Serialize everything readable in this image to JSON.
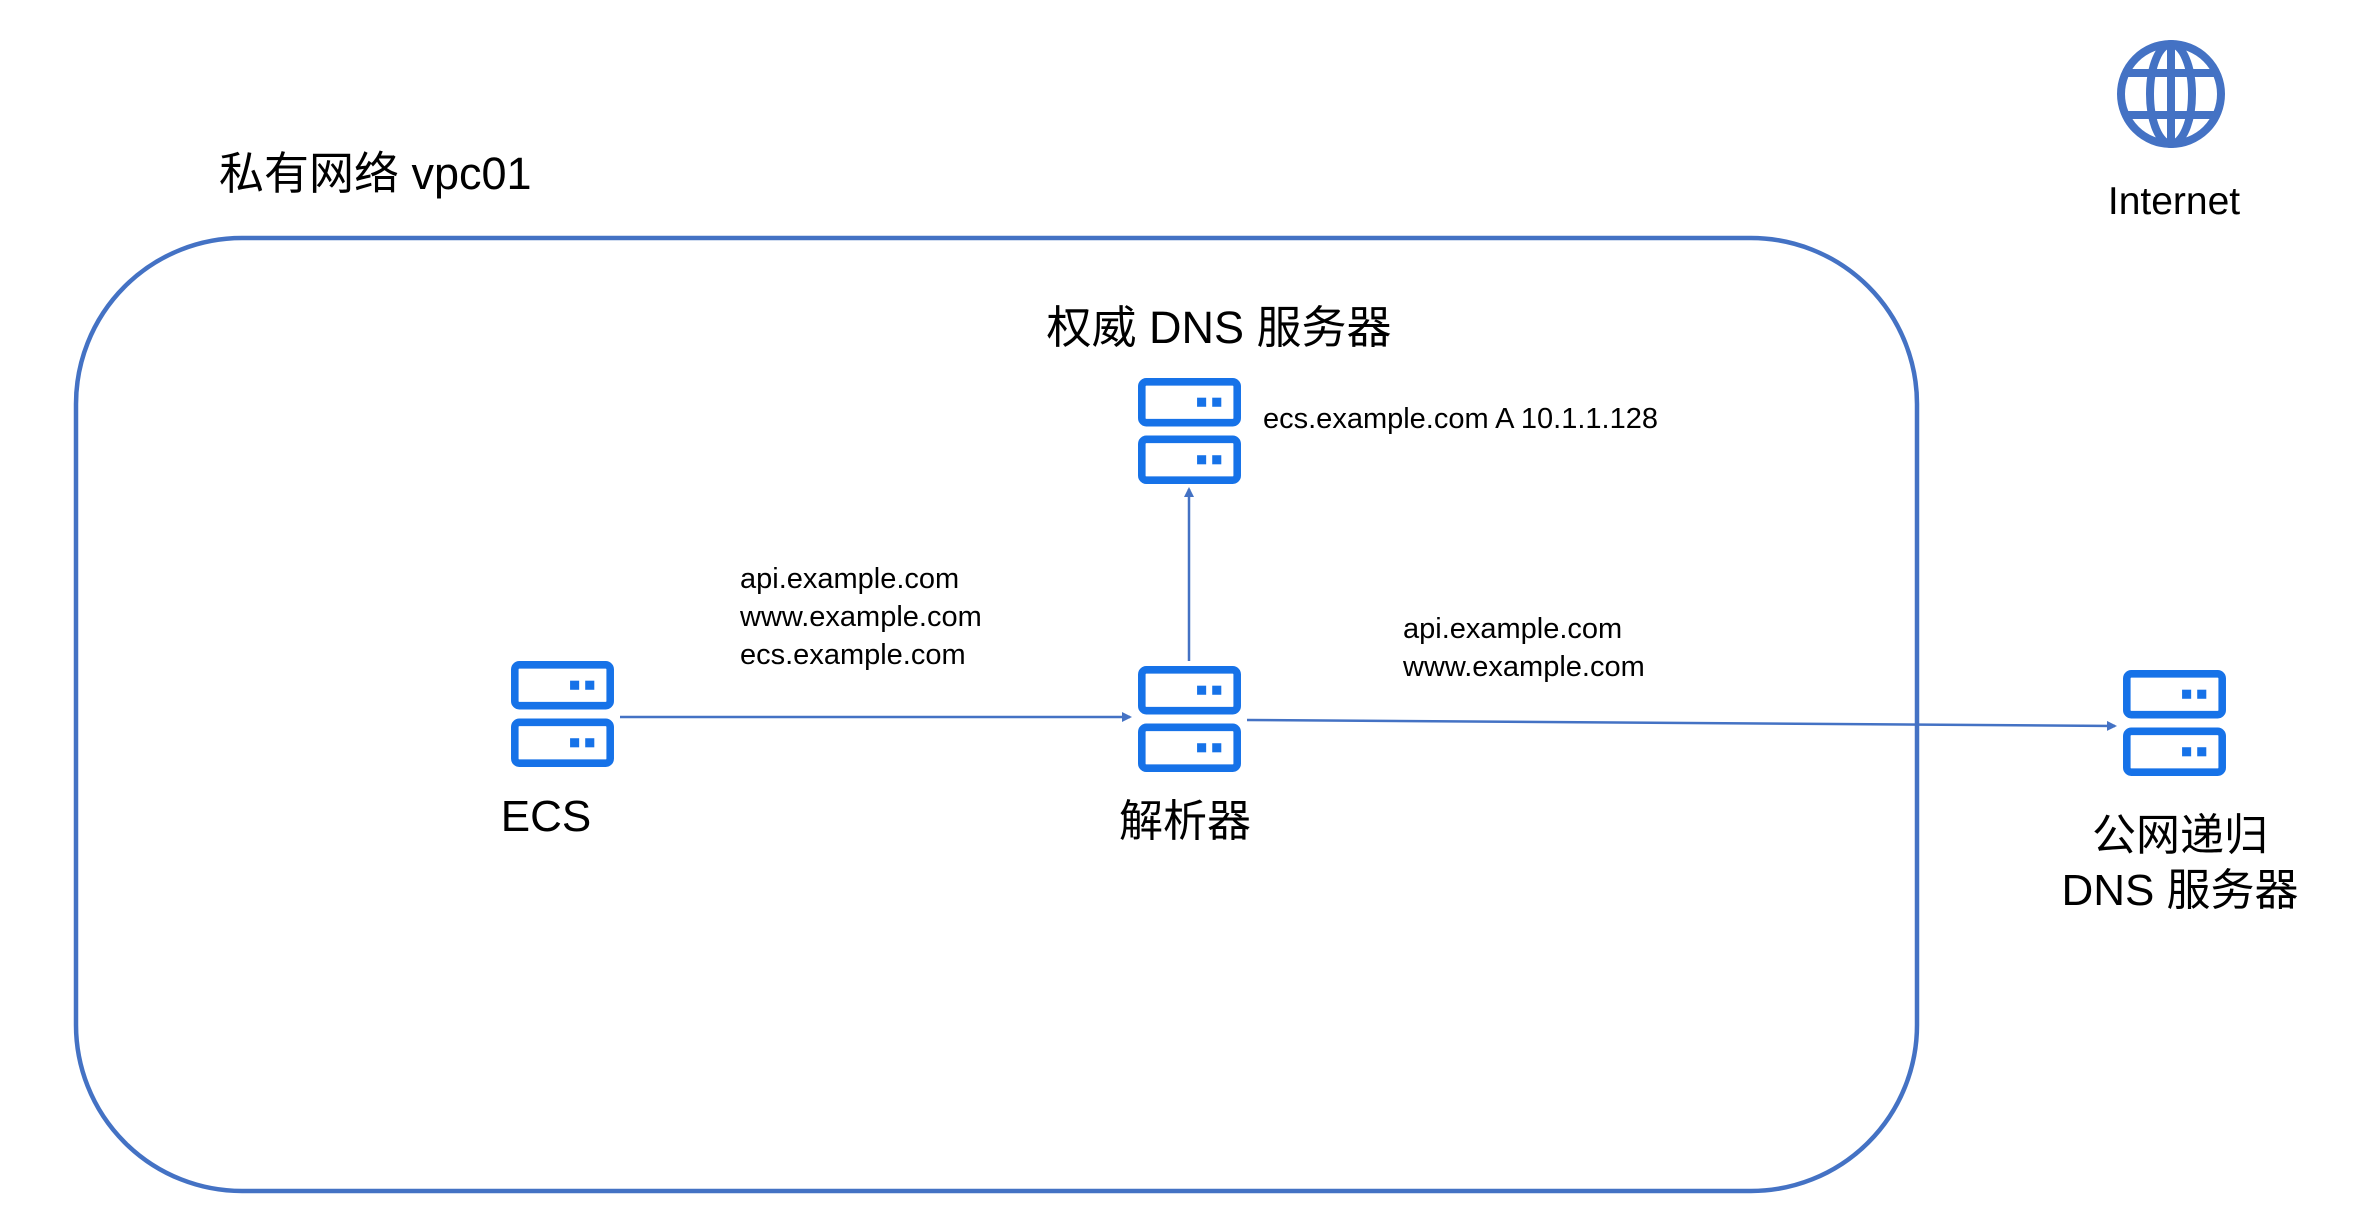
{
  "vpc": {
    "label": "私有网络 vpc01"
  },
  "internet": {
    "label": "Internet",
    "icon": "globe-icon"
  },
  "nodes": {
    "authoritative_dns": {
      "label": "权威 DNS 服务器",
      "record": "ecs.example.com A 10.1.1.128",
      "icon": "server-icon"
    },
    "ecs": {
      "label": "ECS",
      "icon": "server-icon"
    },
    "resolver": {
      "label": "解析器",
      "icon": "server-icon"
    },
    "public_dns": {
      "label_line1": "公网递归",
      "label_line2": "DNS 服务器",
      "icon": "server-icon"
    }
  },
  "edges": {
    "ecs_to_resolver": {
      "queries": [
        "api.example.com",
        "www.example.com",
        "ecs.example.com"
      ]
    },
    "resolver_to_public_dns": {
      "queries": [
        "api.example.com",
        "www.example.com"
      ]
    }
  },
  "colors": {
    "vpc_border": "#4472C4",
    "globe": "#4472C4",
    "arrow": "#4472C4",
    "server": "#1672E8",
    "text": "#000000"
  }
}
